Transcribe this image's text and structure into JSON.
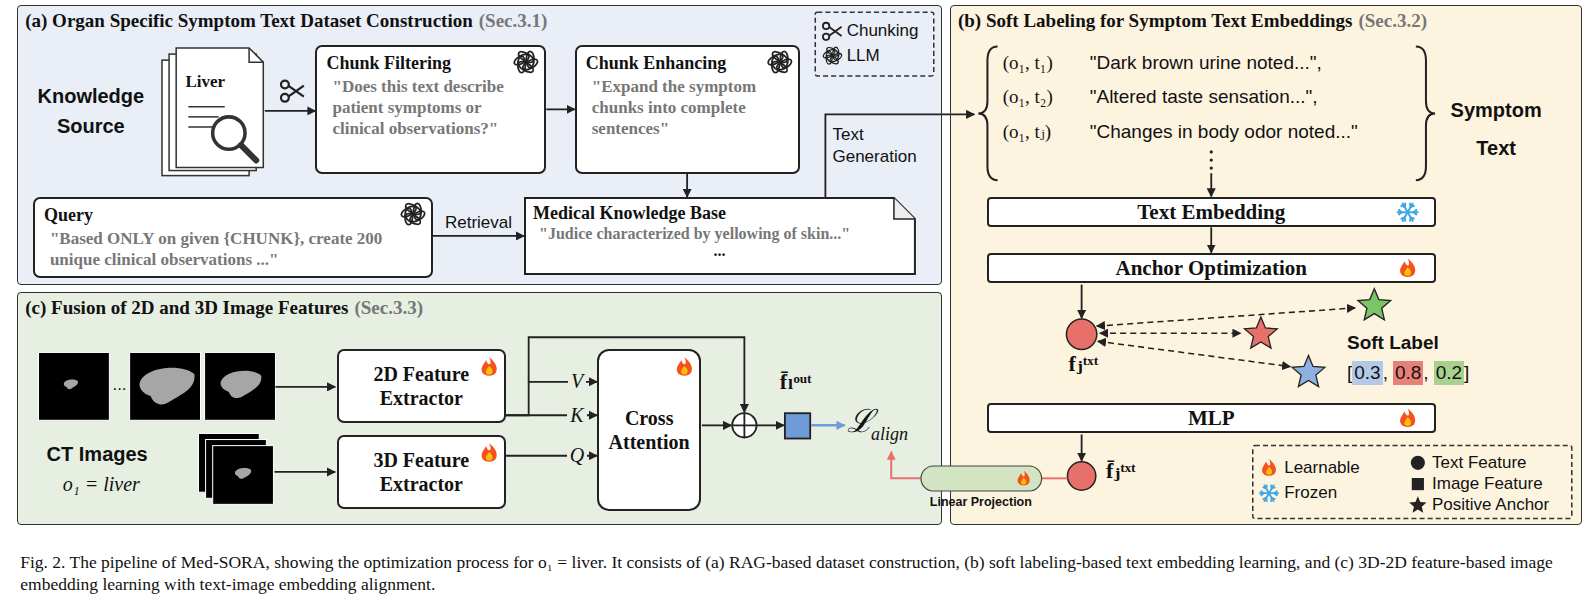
{
  "diagram": {
    "caption": "Fig. 2. The pipeline of Med-SORA, showing the optimization process for o₁ = liver. It consists of (a) RAG-based dataset construction, (b) soft labeling-based text embedding learning, and (c) 3D-2D feature-based image embedding learning with text-image embedding alignment.",
    "nodes": [
      {
        "text": [
          "(a) Organ Specific Symptom Text Dataset Construction",
          "(Sec.3.1)"
        ]
      },
      {
        "text": [
          "Liver"
        ],
        "in": 0
      },
      {
        "text": [
          "Chunk Filtering",
          "\"Does this text describe patient symptoms or clinical observations?\""
        ],
        "in": 0
      },
      {
        "text": [
          "Chunk Enhancing",
          "\"Expand the symptom chunks into complete sentences\""
        ],
        "in": 0
      },
      {
        "text": [
          "Query",
          "\"Based ONLY on given {CHUNK}, create 200 unique clinical observations ...\""
        ],
        "in": 0
      },
      {
        "text": [
          "Medical Knowledge Base",
          "\"Judice characterized by yellowing of skin...\"",
          "..."
        ],
        "in": 0
      },
      {
        "text": [
          "(b) Soft Labeling for Symptom Text Embeddings",
          "(Sec.3.2)"
        ]
      },
      {
        "text": [
          "Text Embedding"
        ],
        "in": 6
      },
      {
        "text": [
          "Anchor Optimization"
        ],
        "in": 6
      },
      {
        "text": [
          "MLP"
        ],
        "in": 6
      },
      {
        "text": [
          "(c) Fusion of 2D and 3D Image Features",
          "(Sec.3.3)"
        ]
      },
      {
        "text": [
          "2D Feature Extractor"
        ],
        "in": 10
      },
      {
        "text": [
          "3D Feature Extractor"
        ],
        "in": 10
      },
      {
        "text": [
          "Cross Attention"
        ],
        "in": 10
      },
      {
        "text": [
          "Linear Projection"
        ]
      }
    ],
    "edges": [
      {
        "from": 1,
        "to": 2,
        "arrow": "to"
      },
      {
        "from": 2,
        "to": 3,
        "arrow": "to"
      },
      {
        "from": 3,
        "to": 5,
        "arrow": "to"
      },
      {
        "from": 4,
        "to": 5,
        "label": "Retrieval",
        "arrow": "to"
      },
      {
        "from": 7,
        "to": 8,
        "arrow": "to"
      },
      {
        "from": 11,
        "to": 13,
        "label": "V",
        "arrow": "to"
      },
      {
        "from": 11,
        "to": 13,
        "label": "K",
        "arrow": "to"
      },
      {
        "from": 12,
        "to": 13,
        "label": "Q",
        "arrow": "to"
      }
    ],
    "labels": [
      "Knowledge Source",
      "Text Generation",
      "(o₁, t₁)",
      "\"Dark brown urine noted...\",",
      "(o₁, t₂)",
      "\"Altered taste sensation...\",",
      "(o₁, tⱼ)",
      "\"Changes in body odor noted...\"",
      "Symptom Text",
      "fⱼᵗˣᵗ",
      "Soft Label",
      "[",
      "0.3",
      ",",
      "0.8",
      ",",
      "0.2",
      "]",
      "f̄ⱼᵗˣᵗ",
      "...",
      "CT Images",
      "o₁ = liver",
      "f̄ₗᵒᵘᵗ",
      "ℒ",
      "align"
    ],
    "legend": [
      {
        "text": "Chunking"
      },
      {
        "text": "LLM"
      },
      {
        "text": "Learnable"
      },
      {
        "text": "Frozen"
      },
      {
        "text": "Text Feature"
      },
      {
        "text": "Image Feature"
      },
      {
        "text": "Positive Anchor"
      }
    ]
  }
}
